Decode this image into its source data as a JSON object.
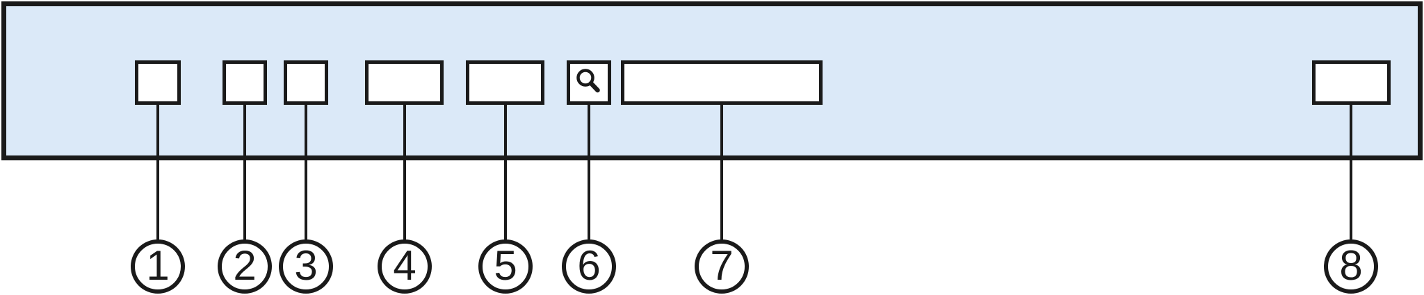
{
  "figure": {
    "type": "toolbar-callout-diagram",
    "colors": {
      "toolbar_fill": "#dbe9f8",
      "stroke": "#1a1a1a",
      "box_fill": "#ffffff",
      "page_background": "#ffffff"
    },
    "toolbar": {
      "boxes": [
        {
          "number": "1",
          "kind": "small-button"
        },
        {
          "number": "2",
          "kind": "small-button"
        },
        {
          "number": "3",
          "kind": "small-button"
        },
        {
          "number": "4",
          "kind": "medium-button"
        },
        {
          "number": "5",
          "kind": "medium-button"
        },
        {
          "number": "6",
          "kind": "icon-button",
          "icon": "magnifying-glass-search-icon"
        },
        {
          "number": "7",
          "kind": "wide-field"
        },
        {
          "number": "8",
          "kind": "medium-button"
        }
      ]
    },
    "callouts": [
      {
        "label": "1"
      },
      {
        "label": "2"
      },
      {
        "label": "3"
      },
      {
        "label": "4"
      },
      {
        "label": "5"
      },
      {
        "label": "6"
      },
      {
        "label": "7"
      },
      {
        "label": "8"
      }
    ]
  }
}
